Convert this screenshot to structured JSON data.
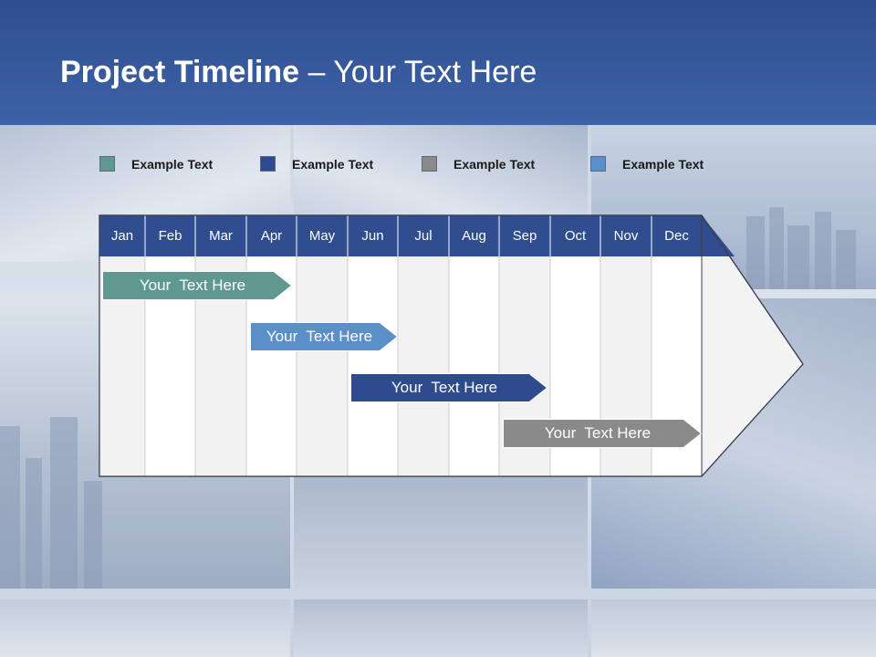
{
  "title": {
    "bold": "Project Timeline",
    "rest": " – Your Text Here"
  },
  "legend": [
    {
      "label": "Example Text",
      "color": "#5e9891"
    },
    {
      "label": "Example Text",
      "color": "#2d4b8e"
    },
    {
      "label": "Example Text",
      "color": "#8a8a8a"
    },
    {
      "label": "Example Text",
      "color": "#5b8fc9"
    }
  ],
  "months": [
    "Jan",
    "Feb",
    "Mar",
    "Apr",
    "May",
    "Jun",
    "Jul",
    "Aug",
    "Sep",
    "Oct",
    "Nov",
    "Dec"
  ],
  "tasks": [
    {
      "label": "Your  Text Here",
      "color": "#5e9891",
      "start_month": "Jan",
      "end_month": "Apr"
    },
    {
      "label": "Your  Text Here",
      "color": "#5b8fc9",
      "start_month": "Apr",
      "end_month": "Jun"
    },
    {
      "label": "Your  Text Here",
      "color": "#2d4b8e",
      "start_month": "Jun",
      "end_month": "Sep"
    },
    {
      "label": "Your  Text Here",
      "color": "#8a8a8a",
      "start_month": "Sep",
      "end_month": "Dec"
    }
  ],
  "colors": {
    "header": "#2f4d8f",
    "column_light": "#f2f2f2",
    "column_white": "#ffffff"
  }
}
